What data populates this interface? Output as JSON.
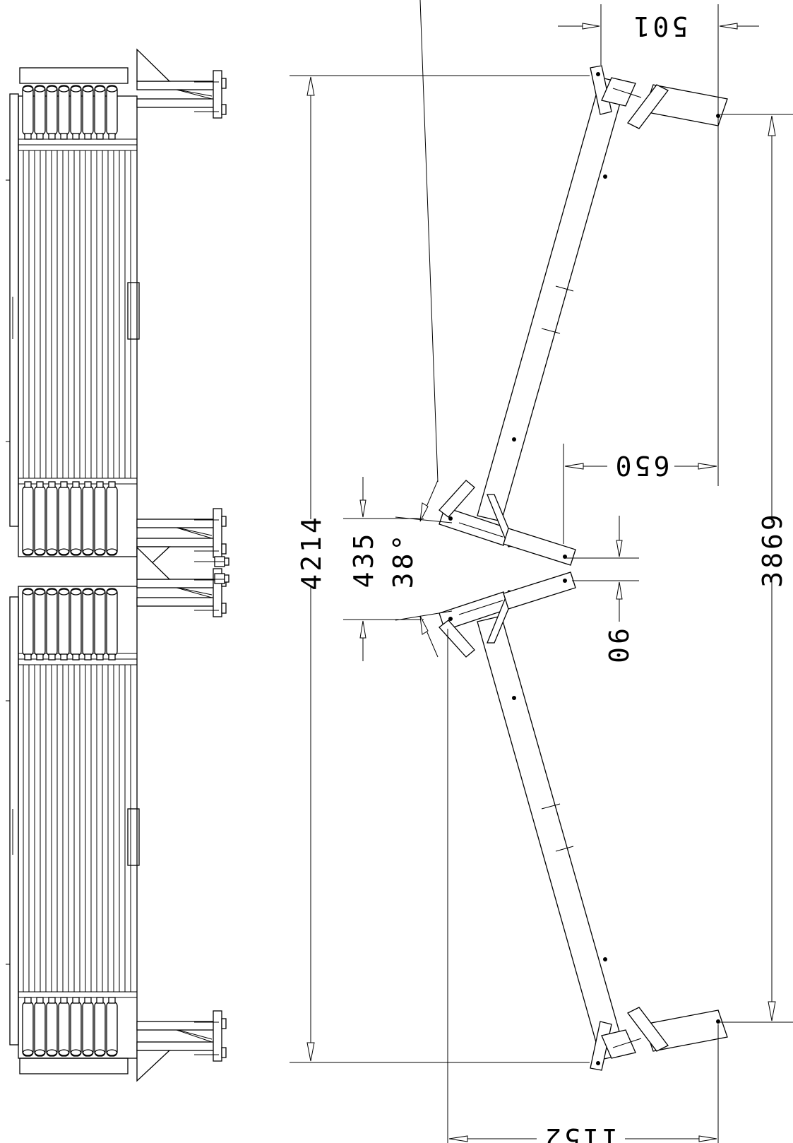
{
  "drawing": {
    "dimensions": {
      "overall_length": "4214",
      "inner_length": "3869",
      "top_offset": "501",
      "mid_offset": "650",
      "bottom_width": "1152",
      "hinge_gap": "90",
      "spacing": "435",
      "angle": "38°"
    }
  }
}
